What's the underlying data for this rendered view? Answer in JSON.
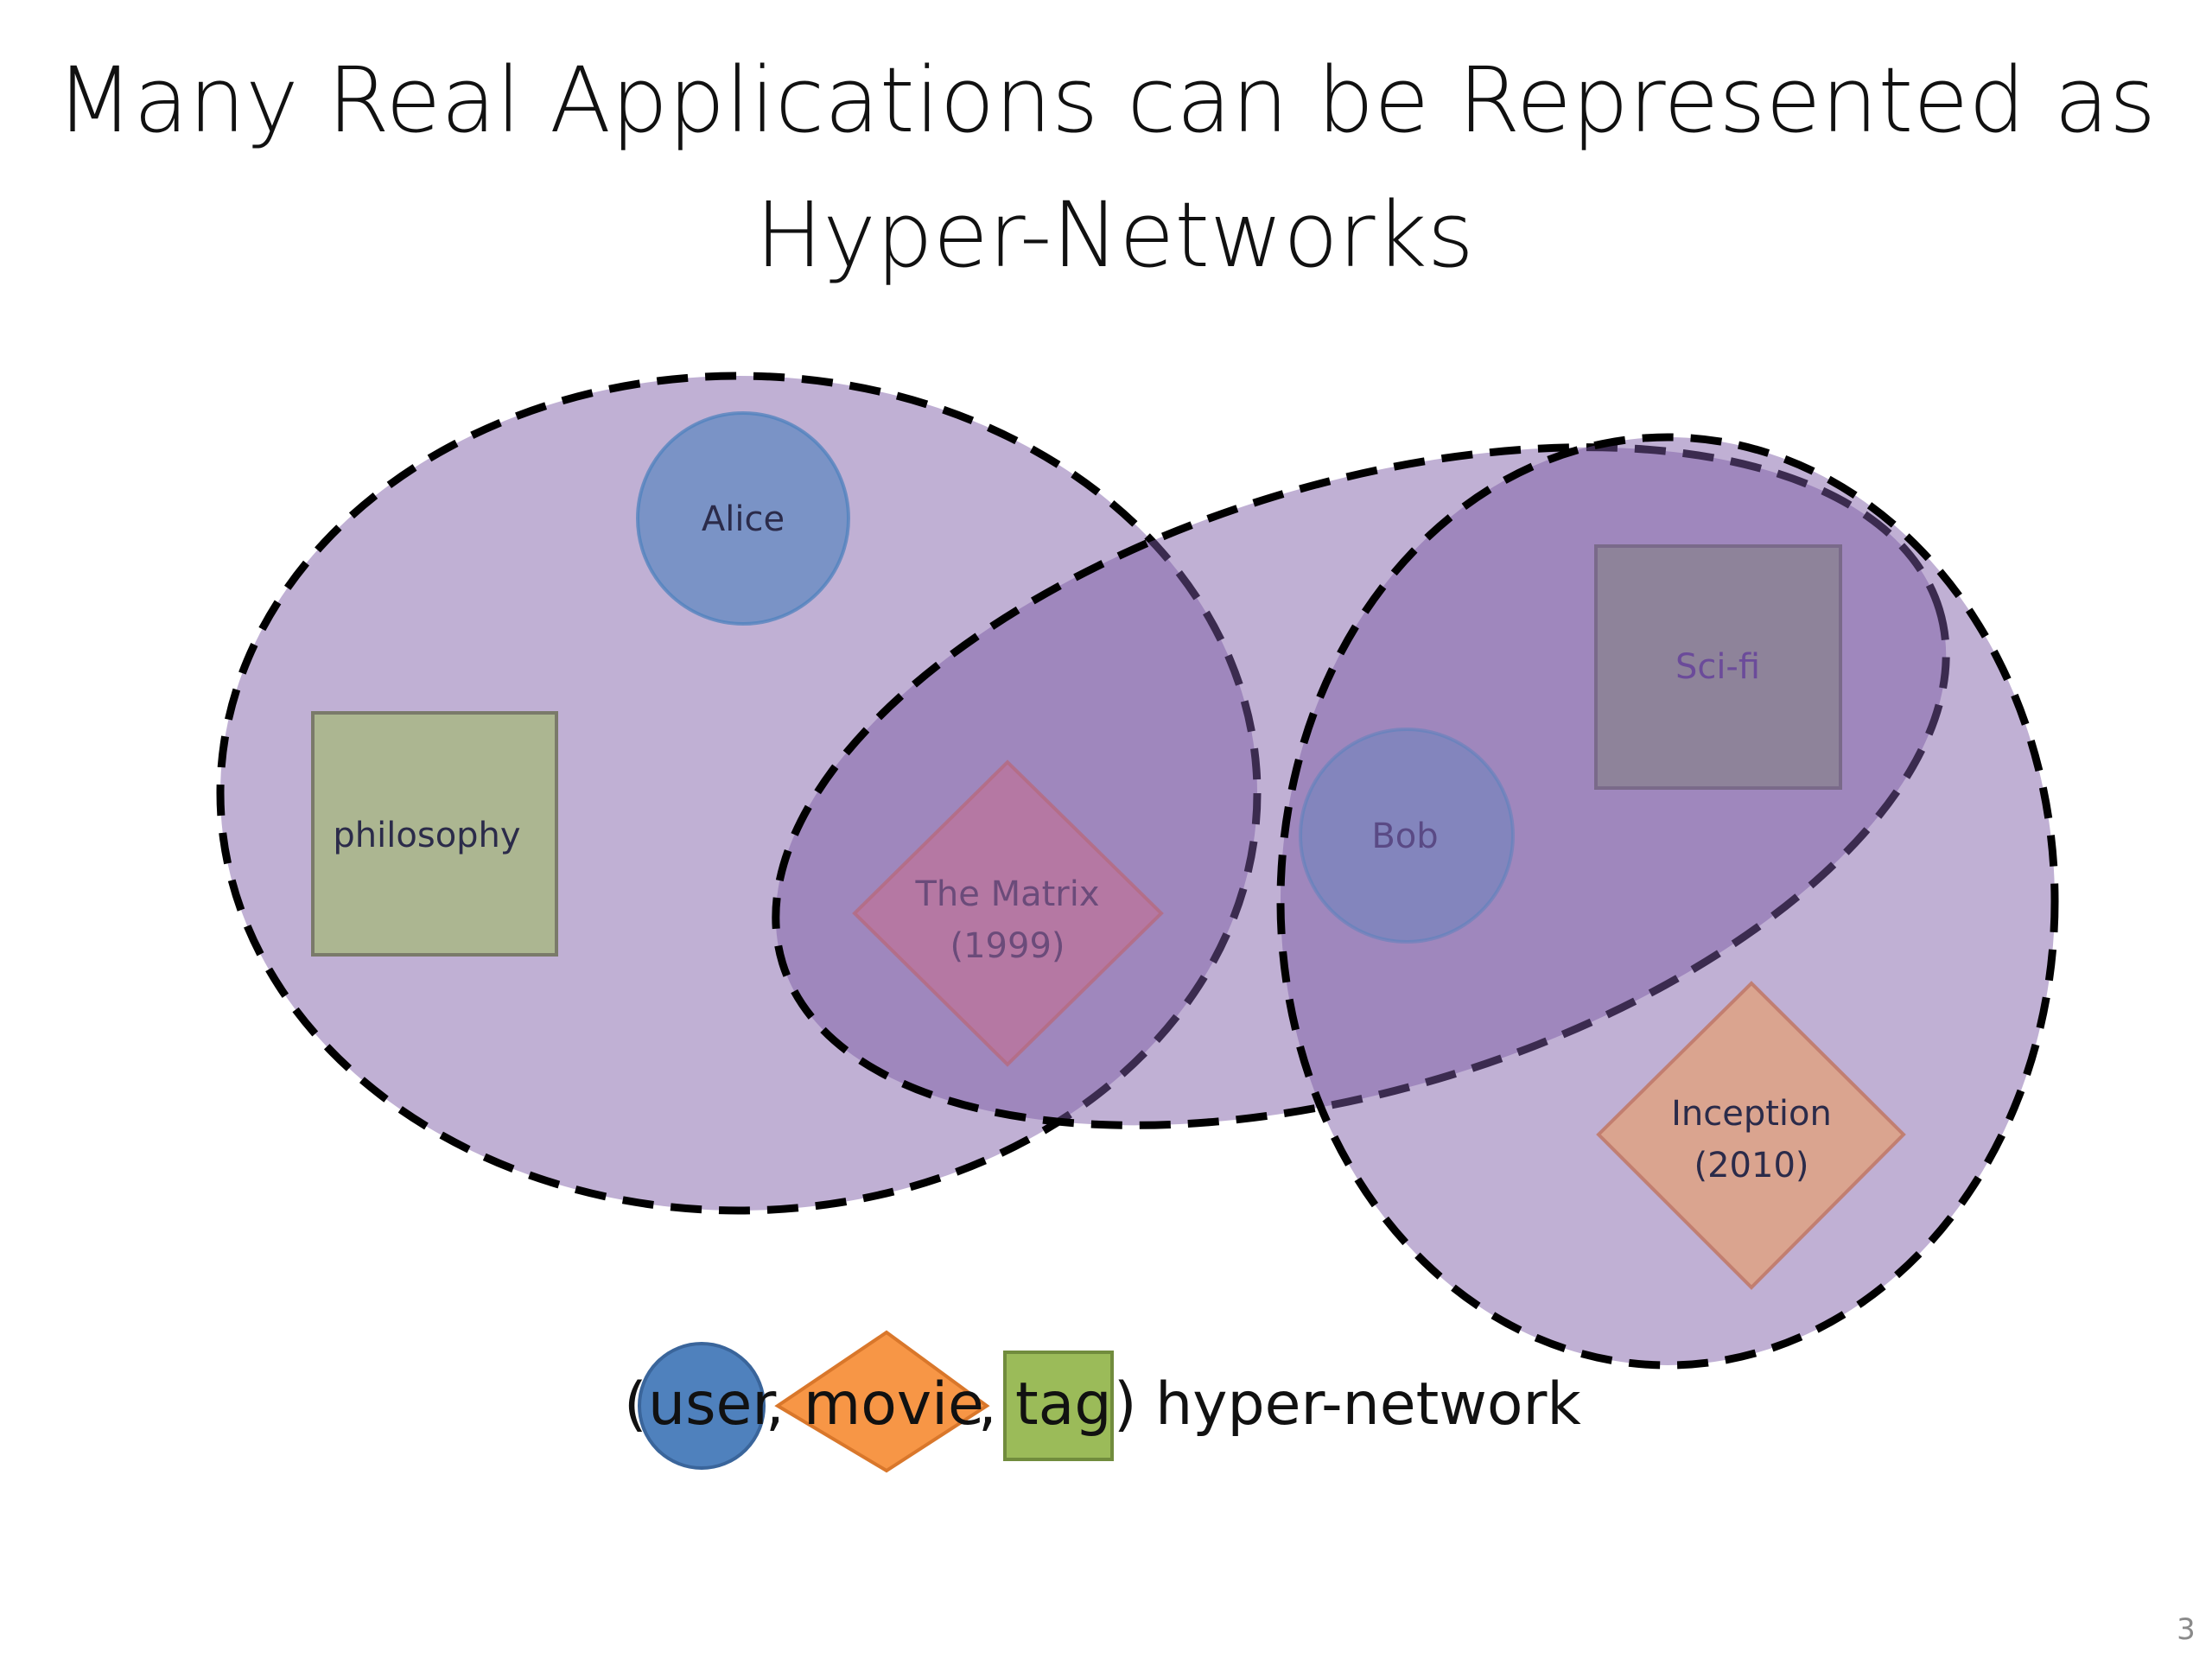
{
  "slide": {
    "title_line1": "Many Real Applications can be Represented as",
    "title_line2": "Hyper-Networks",
    "page_number": "3"
  },
  "diagram": {
    "nodes": {
      "alice": {
        "label": "Alice",
        "kind": "user",
        "shape": "circle"
      },
      "bob": {
        "label": "Bob",
        "kind": "user",
        "shape": "circle"
      },
      "matrix": {
        "label_line1": "The Matrix",
        "label_line2": "(1999)",
        "kind": "movie",
        "shape": "diamond"
      },
      "inception": {
        "label_line1": "Inception",
        "label_line2": "(2010)",
        "kind": "movie",
        "shape": "diamond"
      },
      "philosophy": {
        "label": "philosophy",
        "kind": "tag",
        "shape": "square"
      },
      "scifi": {
        "label": "Sci-fi",
        "kind": "tag",
        "shape": "square"
      }
    },
    "hyperedges": [
      {
        "members": [
          "Alice",
          "The Matrix (1999)",
          "philosophy"
        ]
      },
      {
        "members": [
          "Bob",
          "The Matrix (1999)",
          "Sci-fi"
        ]
      },
      {
        "members": [
          "Bob",
          "Inception (2010)",
          "Sci-fi"
        ]
      }
    ],
    "legend": {
      "open_paren": "(",
      "user": "user",
      "comma1": ",",
      "movie": "movie",
      "comma2": ",",
      "tag": "tag",
      "close_text": ") hyper-network"
    }
  },
  "colors": {
    "hyperedge_fill": "#7b5aa6",
    "user": "#4f81bd",
    "movie": "#f79646",
    "tag": "#9bbb59",
    "dash_stroke": "#000000"
  }
}
